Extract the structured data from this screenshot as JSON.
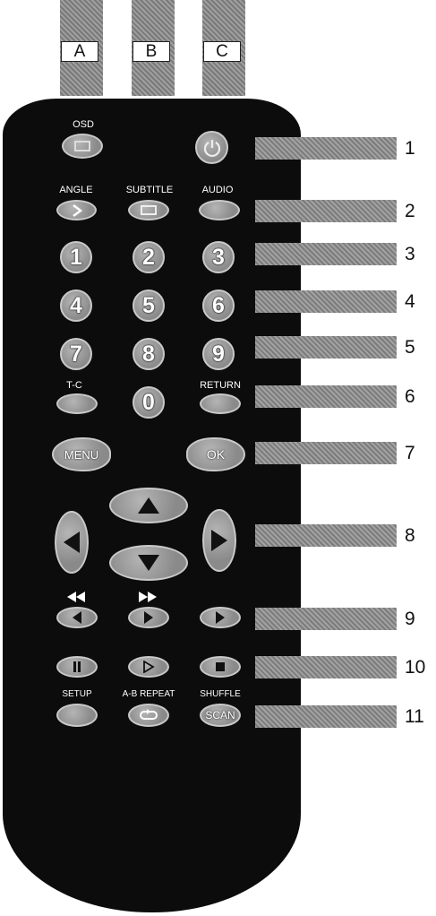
{
  "columns": [
    "A",
    "B",
    "C"
  ],
  "callouts": [
    "1",
    "2",
    "3",
    "4",
    "5",
    "6",
    "7",
    "8",
    "9",
    "10",
    "11"
  ],
  "labels": {
    "osd": "OSD",
    "angle": "ANGLE",
    "subtitle": "SUBTITLE",
    "audio": "AUDIO",
    "tc": "T-C",
    "return": "RETURN",
    "setup": "SETUP",
    "ab_repeat": "A-B REPEAT",
    "shuffle": "SHUFFLE"
  },
  "digits": [
    "1",
    "2",
    "3",
    "4",
    "5",
    "6",
    "7",
    "8",
    "9",
    "0"
  ],
  "buttons": {
    "menu": "MENU",
    "ok": "OK",
    "scan": "SCAN"
  },
  "icons": {
    "osd": "osd-icon",
    "power": "power-icon",
    "angle": "angle-arrow-icon",
    "subtitle": "subtitle-icon",
    "rewind": "rewind-icon",
    "fast_forward": "fast-forward-icon",
    "prev": "skip-back-icon",
    "next": "skip-forward-icon",
    "slow": "slow-icon",
    "pause": "pause-icon",
    "play": "play-icon",
    "stop": "stop-icon",
    "repeat": "repeat-icon",
    "up": "up-arrow-icon",
    "down": "down-arrow-icon",
    "left": "left-arrow-icon",
    "right": "right-arrow-icon"
  }
}
